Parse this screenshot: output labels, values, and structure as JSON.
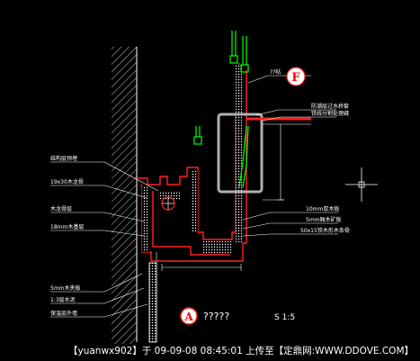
{
  "drawing": {
    "detail_marker": "F",
    "callout_top": "??帖",
    "callouts_right": [
      "防潮层过水桥套",
      "铁线分割处理缝",
      "10mm厚木板",
      "5mm厢木矿板",
      "50x15铁木形木条骨"
    ],
    "callouts_left": [
      "结构层预埋",
      "19x30木龙骨",
      "木龙骨层",
      "18mm木基层"
    ],
    "callouts_bottom_left": [
      "5mm木夹板",
      "1:3层水泥",
      "保温层外墙"
    ],
    "section_marker": "A",
    "section_title": "?????",
    "scale": "S 1:5"
  },
  "footer": {
    "text": "【yuanwx902】于  09-09-08  08:45:01  上传至【定鼎网:WWW.DDOVE.COM】"
  },
  "colors": {
    "background": "#000000",
    "line_white": "#ffffff",
    "line_red": "#ff2020",
    "line_green": "#00ff00",
    "highlight_box": "#b0b0b0"
  }
}
